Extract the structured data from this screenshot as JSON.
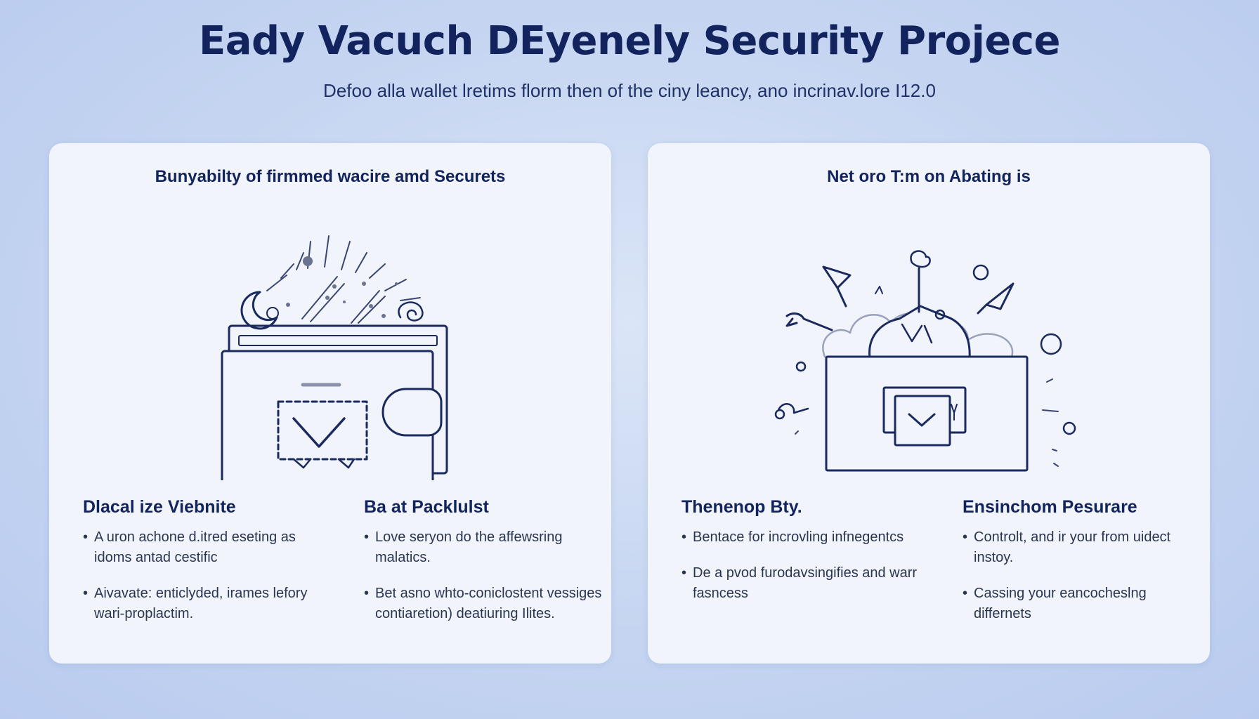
{
  "header": {
    "title": "Eady Vacuch DEyenely Security Projece",
    "subtitle": "Defoo alla wallet lretims florm then of the ciny leancy, ano incrinav.lore I12.0"
  },
  "panels": [
    {
      "title": "Bunyabilty of firmmed wacire amd Securets",
      "illustration_icon": "wallet-icon",
      "columns": [
        {
          "heading": "Dlacal ize Viebnite",
          "bullets": [
            "A uron achone d.itred eseting as idoms antad cestific",
            "Aivavate: enticlyded, irames lefory wari-proplactim."
          ]
        },
        {
          "heading": "Ba at Packlulst",
          "bullets": [
            "Love seryon do the affewsring malatics.",
            "Bet asno whto-coniclostent vessiges contiaretion) deatiuring Ilites."
          ]
        }
      ]
    },
    {
      "title": "Net oro T:m on Abating is",
      "illustration_icon": "open-box-icon",
      "columns": [
        {
          "heading": "Thenenop Bty.",
          "bullets": [
            "Bentace for incrovling infnegentcs",
            "De a pvod furodavsingifies and warr fasncess"
          ]
        },
        {
          "heading": "Ensinchom Pesurare",
          "bullets": [
            "Controlt, and ir your from uidect instoy.",
            "Cassing your eancocheslng differnets"
          ]
        }
      ]
    }
  ],
  "colors": {
    "background": "#c5d5f1",
    "panel": "#f1f4fb",
    "ink": "#13245c",
    "line_art": "#1b2a5e"
  }
}
